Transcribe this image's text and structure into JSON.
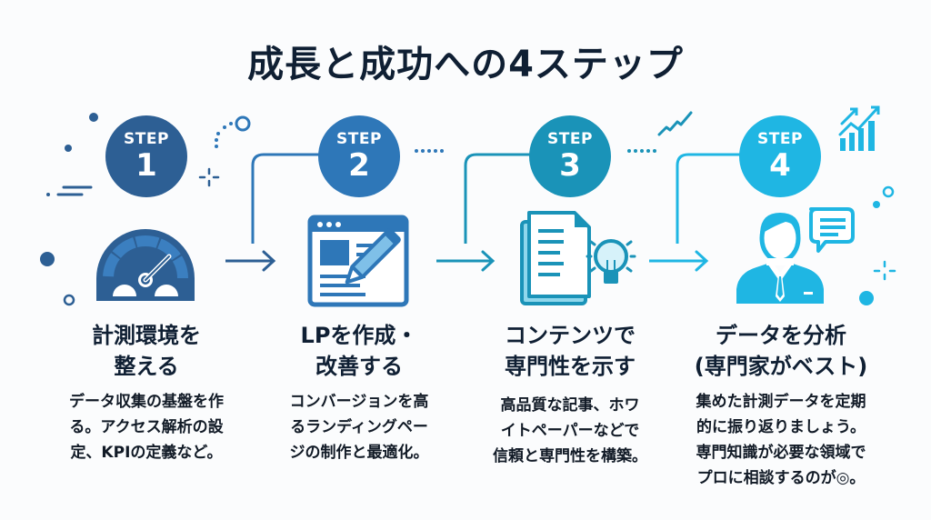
{
  "title": "成長と成功への4ステップ",
  "colors": {
    "step1": "#2d5f94",
    "step2": "#2e77b8",
    "step3": "#1a93b8",
    "step4": "#1fb6e3",
    "text": "#0f1f33"
  },
  "steps": [
    {
      "badge_label": "STEP",
      "number": "1",
      "icon": "speedometer-icon",
      "title_line1": "計測環境を",
      "title_line2": "整える",
      "desc": [
        "データ収集の基盤を作",
        "る。アクセス解析の設",
        "定、KPIの定義など。"
      ]
    },
    {
      "badge_label": "STEP",
      "number": "2",
      "icon": "web-page-edit-icon",
      "title_line1": "LPを作成・",
      "title_line2": "改善する",
      "desc": [
        "コンバージョンを高",
        "るランディングペー",
        "ジの制作と最適化。"
      ]
    },
    {
      "badge_label": "STEP",
      "number": "3",
      "icon": "document-lightbulb-icon",
      "title_line1": "コンテンツで",
      "title_line2": "専門性を示す",
      "desc": [
        "高品質な記事、ホワ",
        "イトペーパーなどで",
        "信頼と専門性を構築。"
      ]
    },
    {
      "badge_label": "STEP",
      "number": "4",
      "icon": "consultant-chat-icon",
      "title_line1": "データを分析",
      "title_line2": "(専門家がベスト)",
      "desc": [
        "集めた計測データを定期",
        "的に振り返りましょう。",
        "専門知識が必要な領域で",
        "プロに相談するのが◎。"
      ]
    }
  ]
}
